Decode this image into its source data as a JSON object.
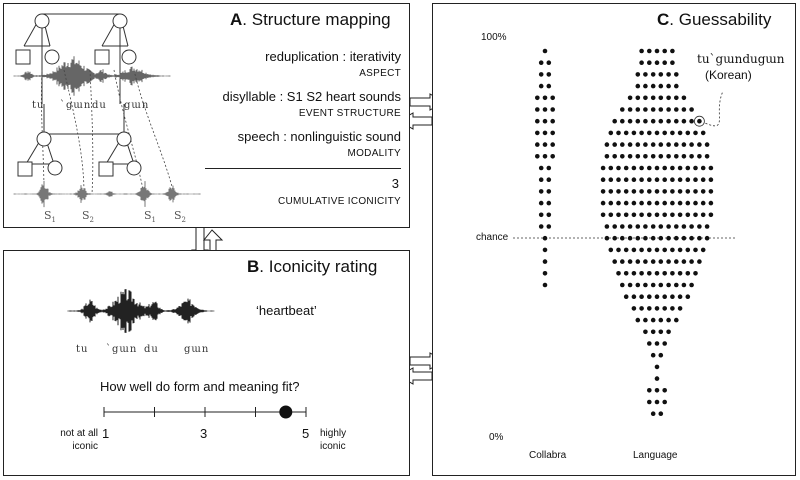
{
  "panel_a": {
    "title_letter": "A",
    "title_rest": ". Structure mapping",
    "mappings": [
      {
        "main": "reduplication : iterativity",
        "sub": "ASPECT"
      },
      {
        "main": "disyllable : S1 S2 heart sounds",
        "sub": "EVENT STRUCTURE"
      },
      {
        "main": "speech : nonlinguistic sound",
        "sub": "MODALITY"
      }
    ],
    "total": "3",
    "total_label": "CUMULATIVE ICONICITY",
    "syllables": [
      "tu",
      "`gɯn",
      "du",
      "gɯn"
    ],
    "sound_labels": [
      "S",
      "S",
      "S",
      "S"
    ],
    "sound_subs": [
      "1",
      "2",
      "1",
      "2"
    ]
  },
  "panel_b": {
    "title_letter": "B",
    "title_rest": ". Iconicity rating",
    "gloss": "‘heartbeat’",
    "syllables": [
      "tu",
      "`gɯn",
      "du",
      "gɯn"
    ],
    "question": "How well do form and meaning fit?",
    "scale": {
      "min": 1,
      "max": 5,
      "selected": 4.6,
      "tick_labels": [
        "1",
        "3",
        "5"
      ]
    },
    "low_label": [
      "not at all",
      "iconic"
    ],
    "high_label": [
      "highly",
      "iconic"
    ]
  },
  "panel_c": {
    "title_letter": "C",
    "title_rest": ". Guessability",
    "y_top_label": "100%",
    "y_bottom_label": "0%",
    "chance_label": "chance",
    "highlight_word": "tu`gɯndugɯn",
    "highlight_lang": "(Korean)",
    "columns": [
      {
        "label": "Collabra",
        "rows": [
          1,
          2,
          2,
          2,
          3,
          3,
          3,
          3,
          3,
          3,
          2,
          2,
          2,
          2,
          2,
          2,
          1,
          1,
          1,
          1,
          1
        ]
      },
      {
        "label": "Language",
        "rows": [
          5,
          5,
          6,
          6,
          8,
          10,
          12,
          13,
          14,
          14,
          15,
          15,
          15,
          15,
          15,
          14,
          14,
          13,
          12,
          11,
          10,
          9,
          7,
          6,
          4,
          3,
          2,
          1,
          1,
          3,
          3,
          2
        ]
      }
    ]
  }
}
